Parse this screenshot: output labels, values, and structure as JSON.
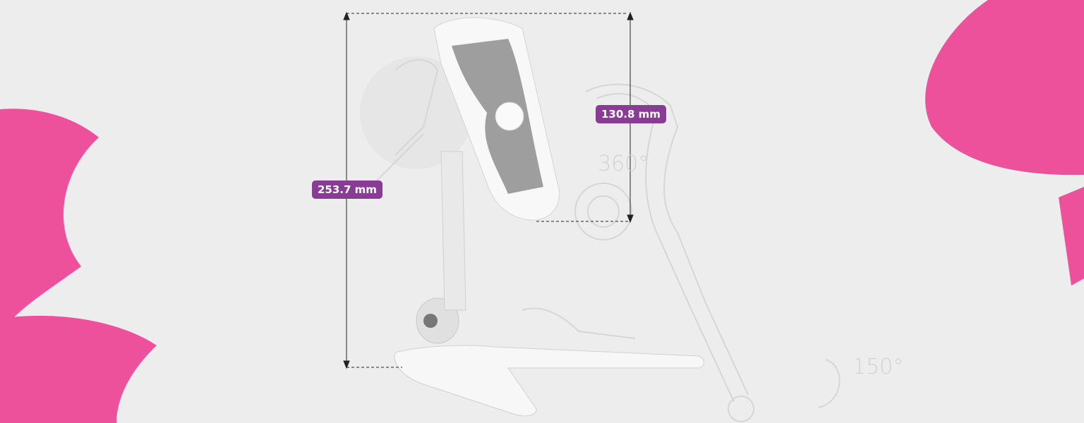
{
  "dimensions": {
    "height_total": "253.7 mm",
    "holder_height": "130.8 mm"
  },
  "rotation_labels": {
    "holder_rotation": "360°",
    "arm_rotation": "150°"
  },
  "colors": {
    "background": "#ededed",
    "accent_pink": "#ee519b",
    "badge_purple": "#8a3b96"
  }
}
